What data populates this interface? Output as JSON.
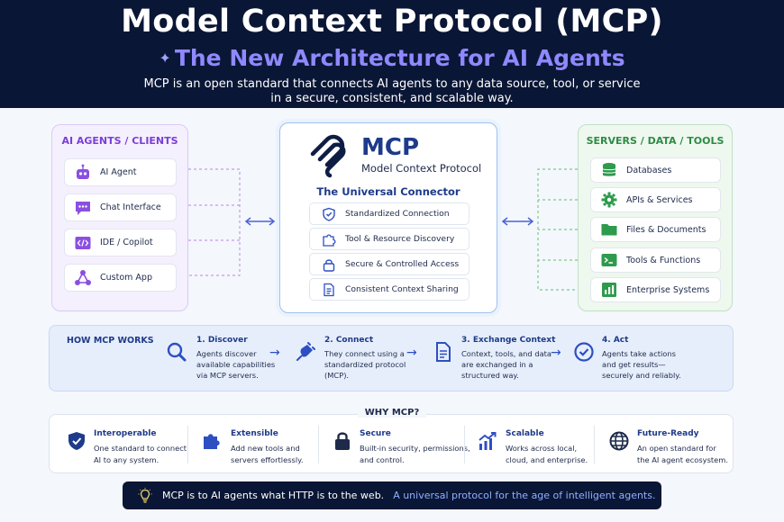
{
  "header": {
    "title": "Model Context Protocol (MCP)",
    "subtitle": "The New Architecture for AI Agents",
    "description_line1": "MCP is an open standard that connects AI agents to any data source, tool, or service",
    "description_line2": "in a secure, consistent, and scalable way."
  },
  "left_panel": {
    "title": "AI AGENTS / CLIENTS",
    "items": [
      {
        "label": "AI Agent",
        "icon": "robot-icon"
      },
      {
        "label": "Chat Interface",
        "icon": "chat-icon"
      },
      {
        "label": "IDE / Copilot",
        "icon": "code-icon"
      },
      {
        "label": "Custom App",
        "icon": "network-icon"
      }
    ]
  },
  "center_panel": {
    "name": "MCP",
    "full_name": "Model Context Protocol",
    "tagline": "The Universal Connector",
    "features": [
      {
        "label": "Standardized Connection",
        "icon": "shield-icon"
      },
      {
        "label": "Tool & Resource Discovery",
        "icon": "puzzle-icon"
      },
      {
        "label": "Secure & Controlled Access",
        "icon": "lock-icon"
      },
      {
        "label": "Consistent Context Sharing",
        "icon": "document-icon"
      }
    ]
  },
  "right_panel": {
    "title": "SERVERS / DATA / TOOLS",
    "items": [
      {
        "label": "Databases",
        "icon": "database-icon"
      },
      {
        "label": "APIs & Services",
        "icon": "gear-icon"
      },
      {
        "label": "Files & Documents",
        "icon": "folder-icon"
      },
      {
        "label": "Tools & Functions",
        "icon": "terminal-icon"
      },
      {
        "label": "Enterprise Systems",
        "icon": "bar-chart-icon"
      }
    ]
  },
  "how": {
    "title": "HOW MCP WORKS",
    "steps": [
      {
        "title": "1. Discover",
        "desc": "Agents discover\navailable capabilities\nvia MCP servers.",
        "icon": "search-icon"
      },
      {
        "title": "2. Connect",
        "desc": "They connect using a\nstandardized protocol\n(MCP).",
        "icon": "plug-icon"
      },
      {
        "title": "3. Exchange Context",
        "desc": "Context, tools, and data\nare exchanged in a\nstructured way.",
        "icon": "document-exchange-icon"
      },
      {
        "title": "4. Act",
        "desc": "Agents take actions\nand get results—\nsecurely and reliably.",
        "icon": "check-circle-icon"
      }
    ]
  },
  "why": {
    "title": "WHY MCP?",
    "items": [
      {
        "title": "Interoperable",
        "desc": "One standard to connect\nAI to any system.",
        "icon": "shield-check-icon"
      },
      {
        "title": "Extensible",
        "desc": "Add new tools and\nservers effortlessly.",
        "icon": "puzzle-icon"
      },
      {
        "title": "Secure",
        "desc": "Built-in security, permissions,\nand control.",
        "icon": "lock-icon"
      },
      {
        "title": "Scalable",
        "desc": "Works across local,\ncloud, and enterprise.",
        "icon": "trend-up-icon"
      },
      {
        "title": "Future-Ready",
        "desc": "An open standard for\nthe AI agent ecosystem.",
        "icon": "globe-icon"
      }
    ]
  },
  "footer": {
    "statement": "MCP is to AI agents what HTTP is to the web.",
    "tagline": "A universal protocol for the age of intelligent agents."
  },
  "colors": {
    "header_bg": "#0a1635",
    "subtitle": "#8f88ff",
    "client_accent": "#7a3fd6",
    "server_accent": "#2e8b45",
    "mcp_blue": "#1e3a8a",
    "connector_arrow": "#4a63d8"
  }
}
